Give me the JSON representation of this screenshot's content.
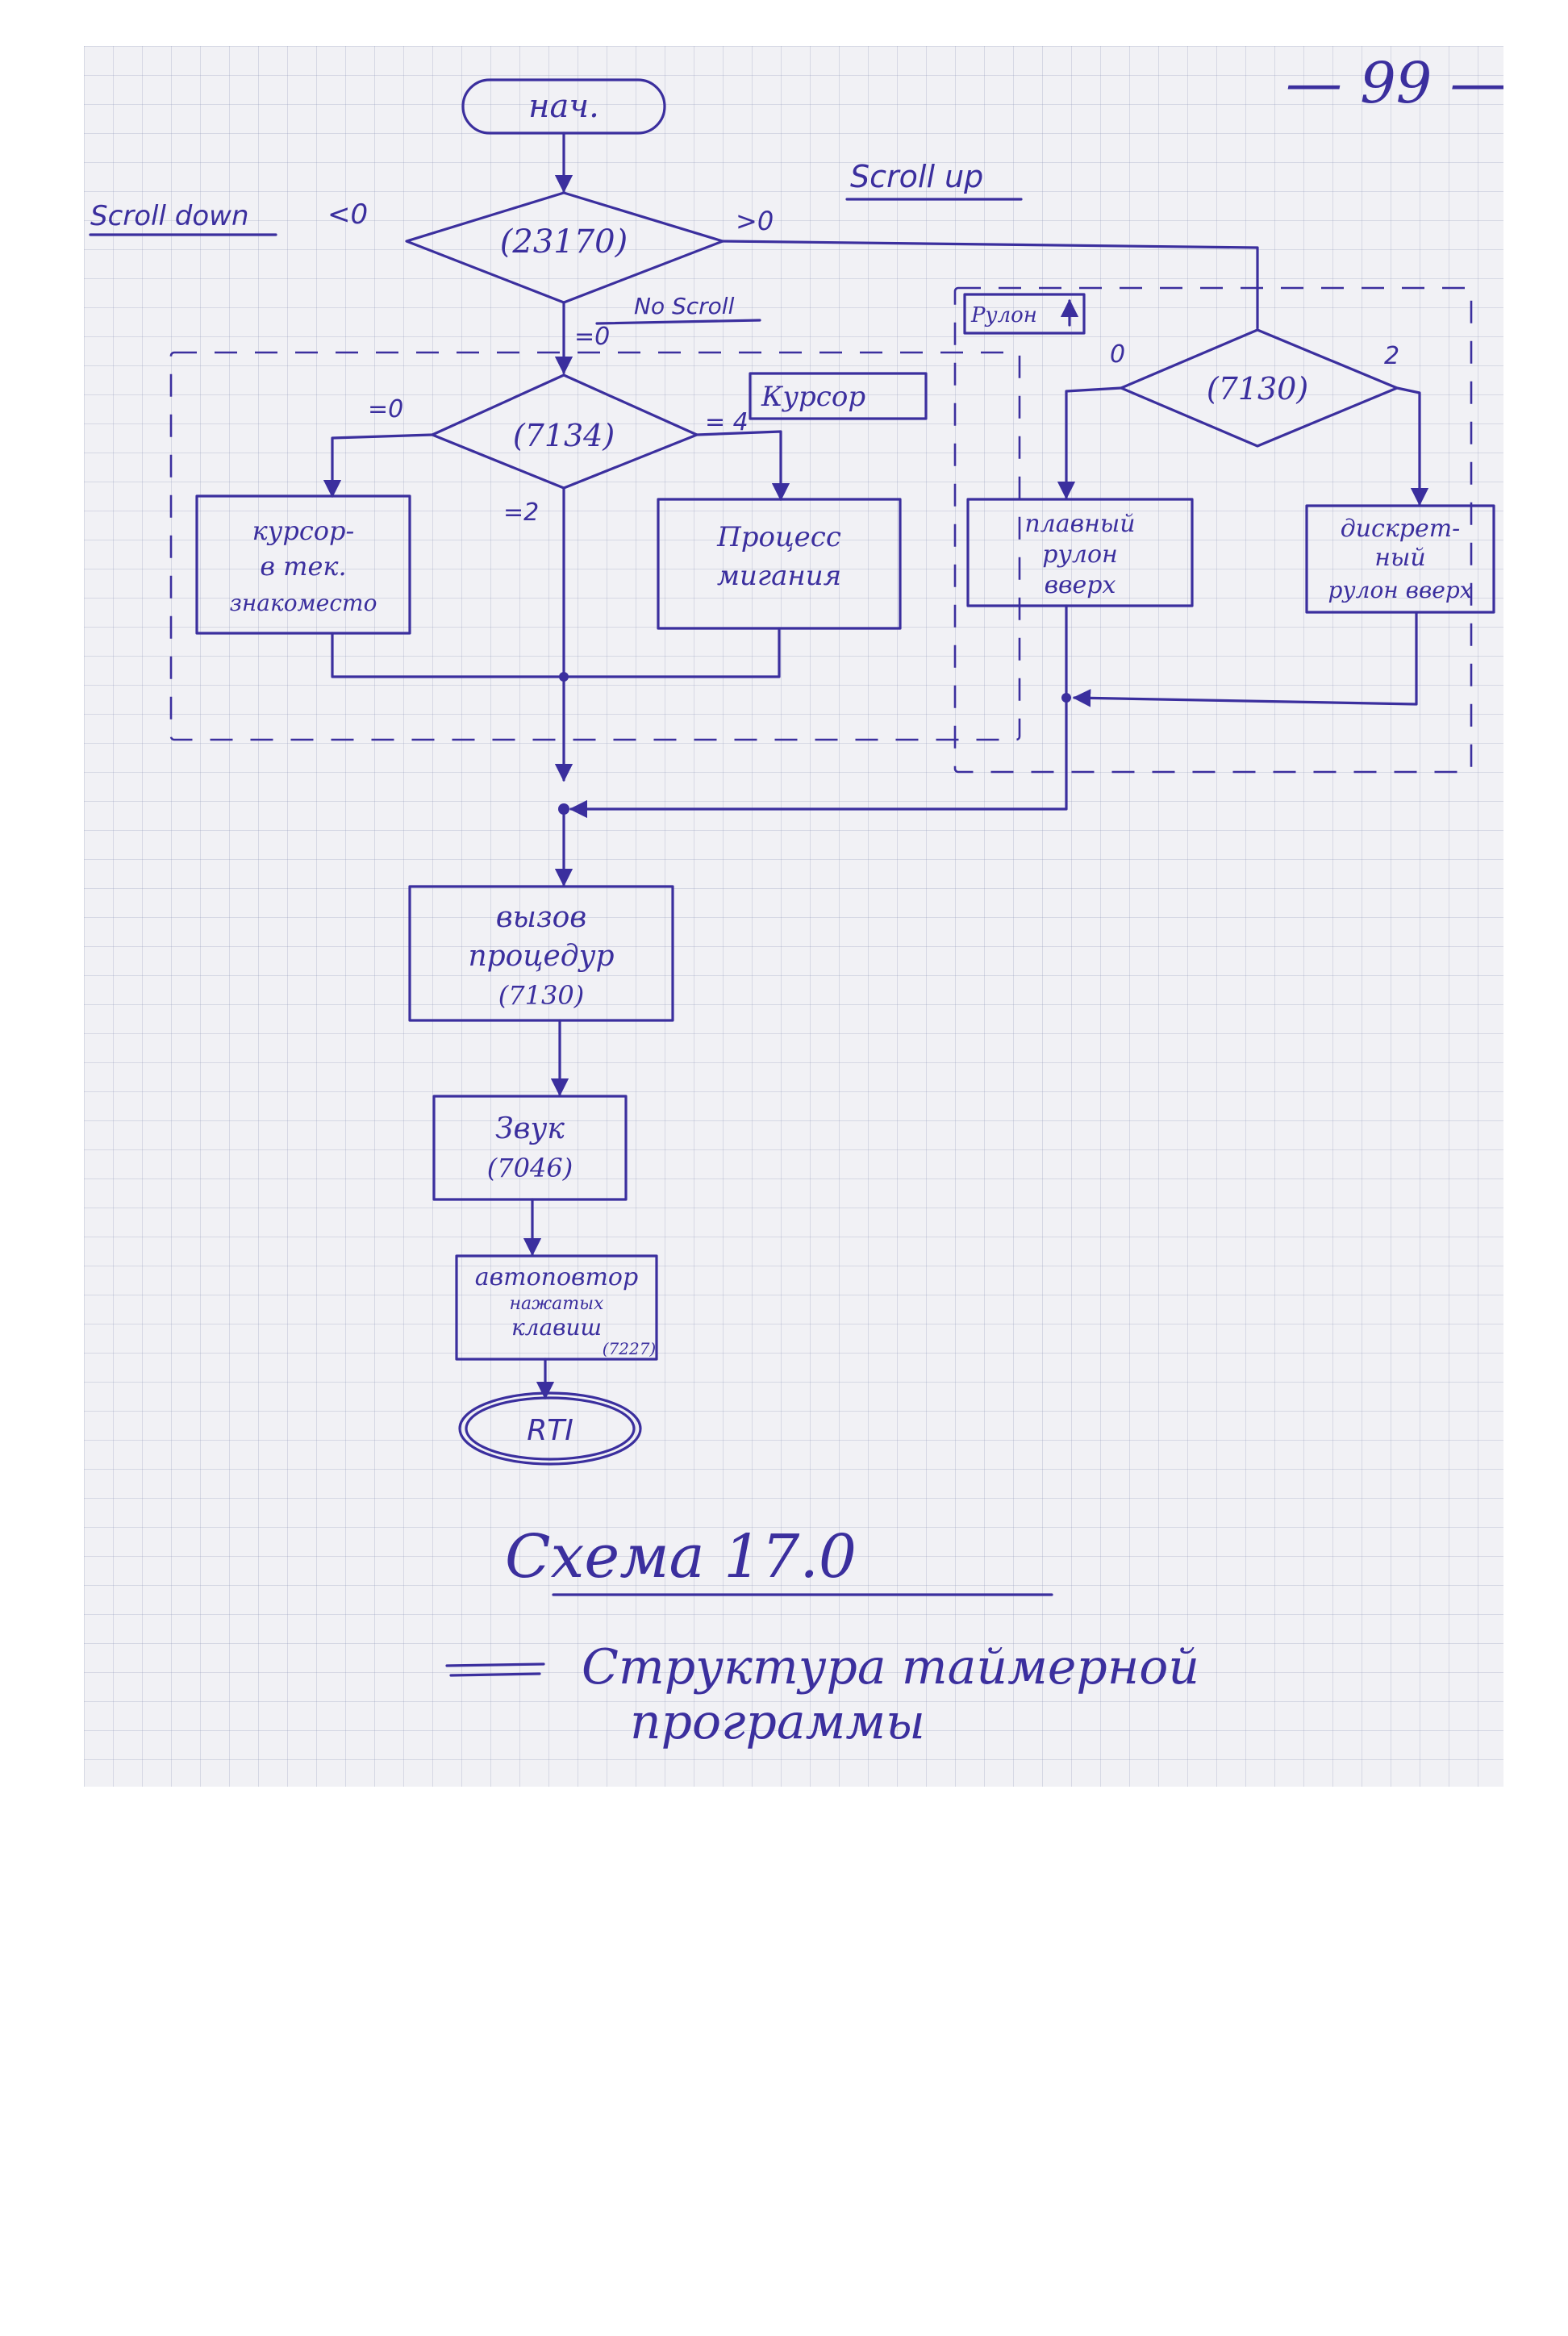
{
  "page": {
    "number": "— 99 —",
    "caption": "Схема 17.0",
    "subtitle_line1": "Структура таймерной",
    "subtitle_line2": "программы"
  },
  "nodes": {
    "start": "нач.",
    "decision_main": "(23170)",
    "decision_cursor": "(7134)",
    "decision_scroll": "(7130)",
    "box_cursor_line1": "курсор-",
    "box_cursor_line2": "в тек.",
    "box_cursor_line3": "знакоместо",
    "box_blink_line1": "Процесс",
    "box_blink_line2": "мигания",
    "box_smooth_line1": "плавный",
    "box_smooth_line2": "рулон",
    "box_smooth_line3": "вверх",
    "box_discrete_line1": "дискрет-",
    "box_discrete_line2": "ный",
    "box_discrete_line3": "рулон вверх",
    "box_call_line1": "вызов",
    "box_call_line2": "процедур",
    "box_call_line3": "(7130)",
    "box_sound_line1": "Звук",
    "box_sound_line2": "(7046)",
    "box_autorepeat_line1": "автоповтор",
    "box_autorepeat_line2": "нажатых",
    "box_autorepeat_line3": "клавиш",
    "box_autorepeat_line4": "(7227)",
    "end": "RTI"
  },
  "labels": {
    "scroll_down": "Scroll down",
    "less_zero": "<0",
    "greater_zero": ">0",
    "scroll_up": "Scroll up",
    "eq_zero_main": "=0",
    "no_scroll": "No Scroll",
    "eq_zero_cursor": "=0",
    "eq_two": "=2",
    "eq_four": "= 4",
    "group_cursor": "Курсор",
    "group_roll": "Рулон",
    "scroll_zero": "0",
    "scroll_two": "2"
  },
  "colors": {
    "ink": "#3b2f9e",
    "paper": "#f1f1f5",
    "grid": "#7882aa"
  }
}
